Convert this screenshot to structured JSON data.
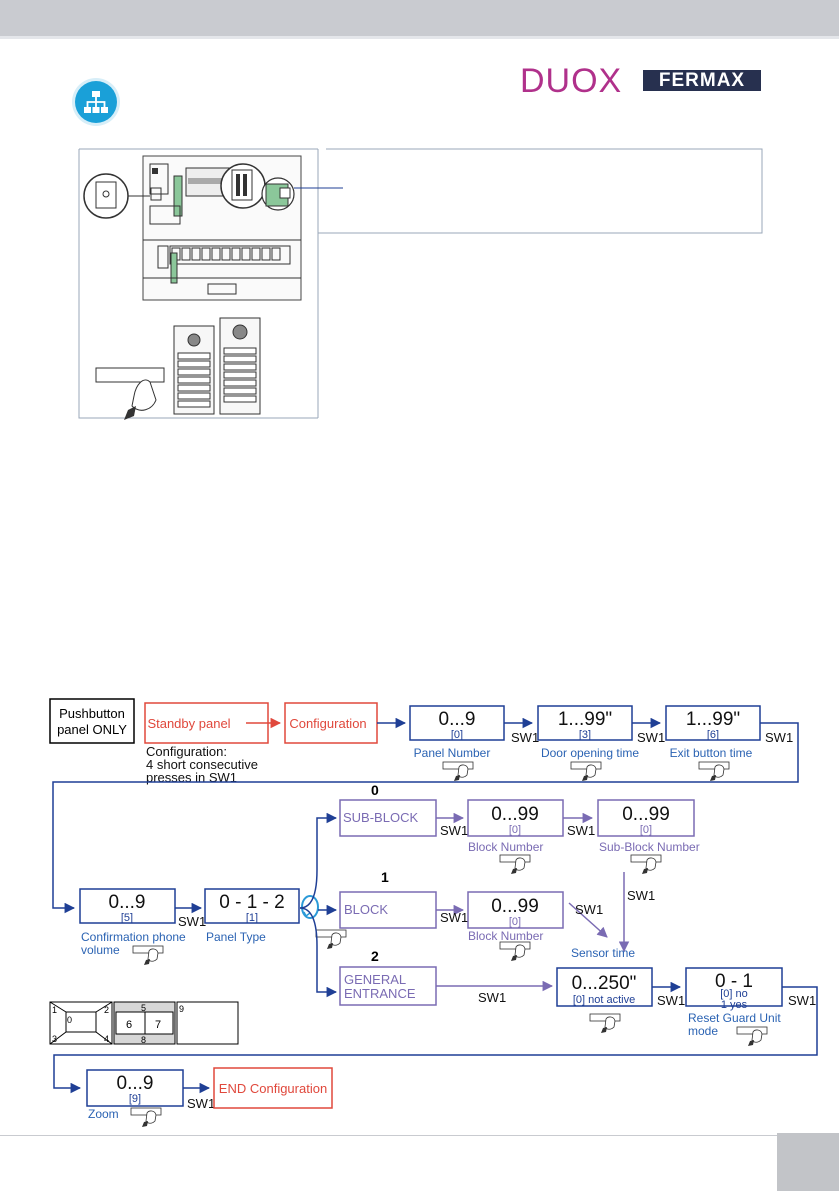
{
  "header": {
    "brand_duox": "DUOX",
    "brand_fermax": "FERMAX",
    "network_icon": "network-topology-icon"
  },
  "colors": {
    "blue": "#1f3f95",
    "red": "#e0483c",
    "purple": "#7a6bb3",
    "text_blue": "#2b63b3"
  },
  "flowchart": {
    "pushbutton": [
      "Pushbutton",
      "panel ONLY"
    ],
    "standby": "Standby panel",
    "configuration": "Configuration",
    "config_note": [
      "Configuration:",
      "4 short consecutive",
      "presses in SW1"
    ],
    "sw1": "SW1",
    "panel_number": {
      "range": "0...9",
      "default": "[0]",
      "label": "Panel Number"
    },
    "door_opening": {
      "range": "1...99\"",
      "default": "[3]",
      "label": "Door opening time"
    },
    "exit_button": {
      "range": "1...99\"",
      "default": "[6]",
      "label": "Exit button time"
    },
    "confirmation_volume": {
      "range": "0...9",
      "default": "[5]",
      "label": [
        "Confirmation phone",
        "volume"
      ]
    },
    "panel_type": {
      "range": "0 - 1 - 2",
      "default": "[1]",
      "label": "Panel Type"
    },
    "branch_0": "0",
    "branch_1": "1",
    "branch_2": "2",
    "sub_block": "SUB-BLOCK",
    "block": "BLOCK",
    "general_entrance": [
      "GENERAL",
      "ENTRANCE"
    ],
    "block_number_a": {
      "range": "0...99",
      "default": "[0]",
      "label": "Block Number"
    },
    "sub_block_number": {
      "range": "0...99",
      "default": "[0]",
      "label": "Sub-Block Number"
    },
    "block_number_b": {
      "range": "0...99",
      "default": "[0]",
      "label": "Block Number"
    },
    "sensor_time": "Sensor time",
    "sensor": {
      "range": "0...250\"",
      "default": "[0] not active"
    },
    "reset_guard": {
      "range": "0 - 1",
      "no": "[0] no",
      "yes": "1  yes",
      "label": [
        "Reset Guard Unit",
        "mode"
      ]
    },
    "zoom": {
      "range": "0...9",
      "default": "[9]",
      "label": "Zoom"
    },
    "end": "END Configuration",
    "zoom_grid": [
      "1",
      "2",
      "0",
      "3",
      "4",
      "5",
      "6",
      "7",
      "8",
      "9"
    ]
  }
}
